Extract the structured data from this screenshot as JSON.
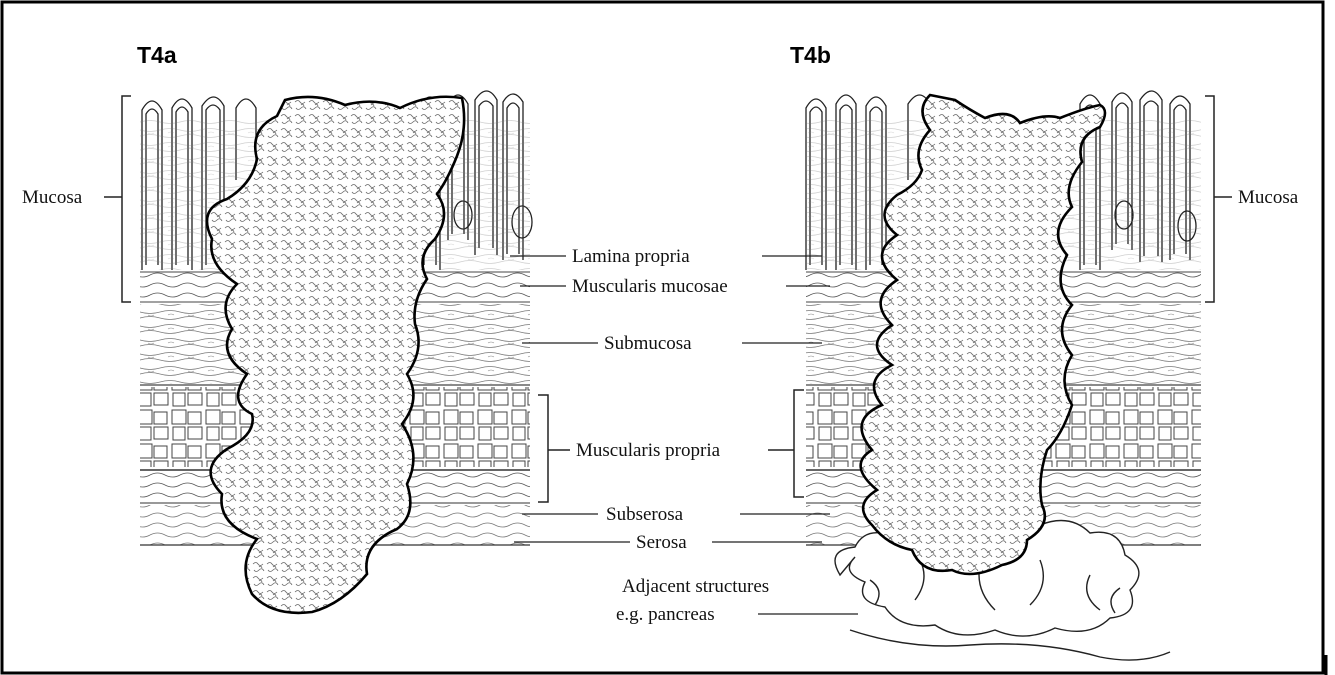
{
  "panels": {
    "left_title": "T4a",
    "right_title": "T4b"
  },
  "labels": {
    "mucosa_left": "Mucosa",
    "mucosa_right": "Mucosa",
    "lamina_propria": "Lamina propria",
    "muscularis_mucosae": "Muscularis mucosae",
    "submucosa": "Submucosa",
    "muscularis_propria": "Muscularis propria",
    "subserosa": "Subserosa",
    "serosa": "Serosa",
    "adjacent_line1": "Adjacent structures",
    "adjacent_line2": "e.g. pancreas"
  },
  "colors": {
    "border": "#000000",
    "ink": "#222222",
    "tumor_stroke": "#000000",
    "background": "#ffffff"
  }
}
